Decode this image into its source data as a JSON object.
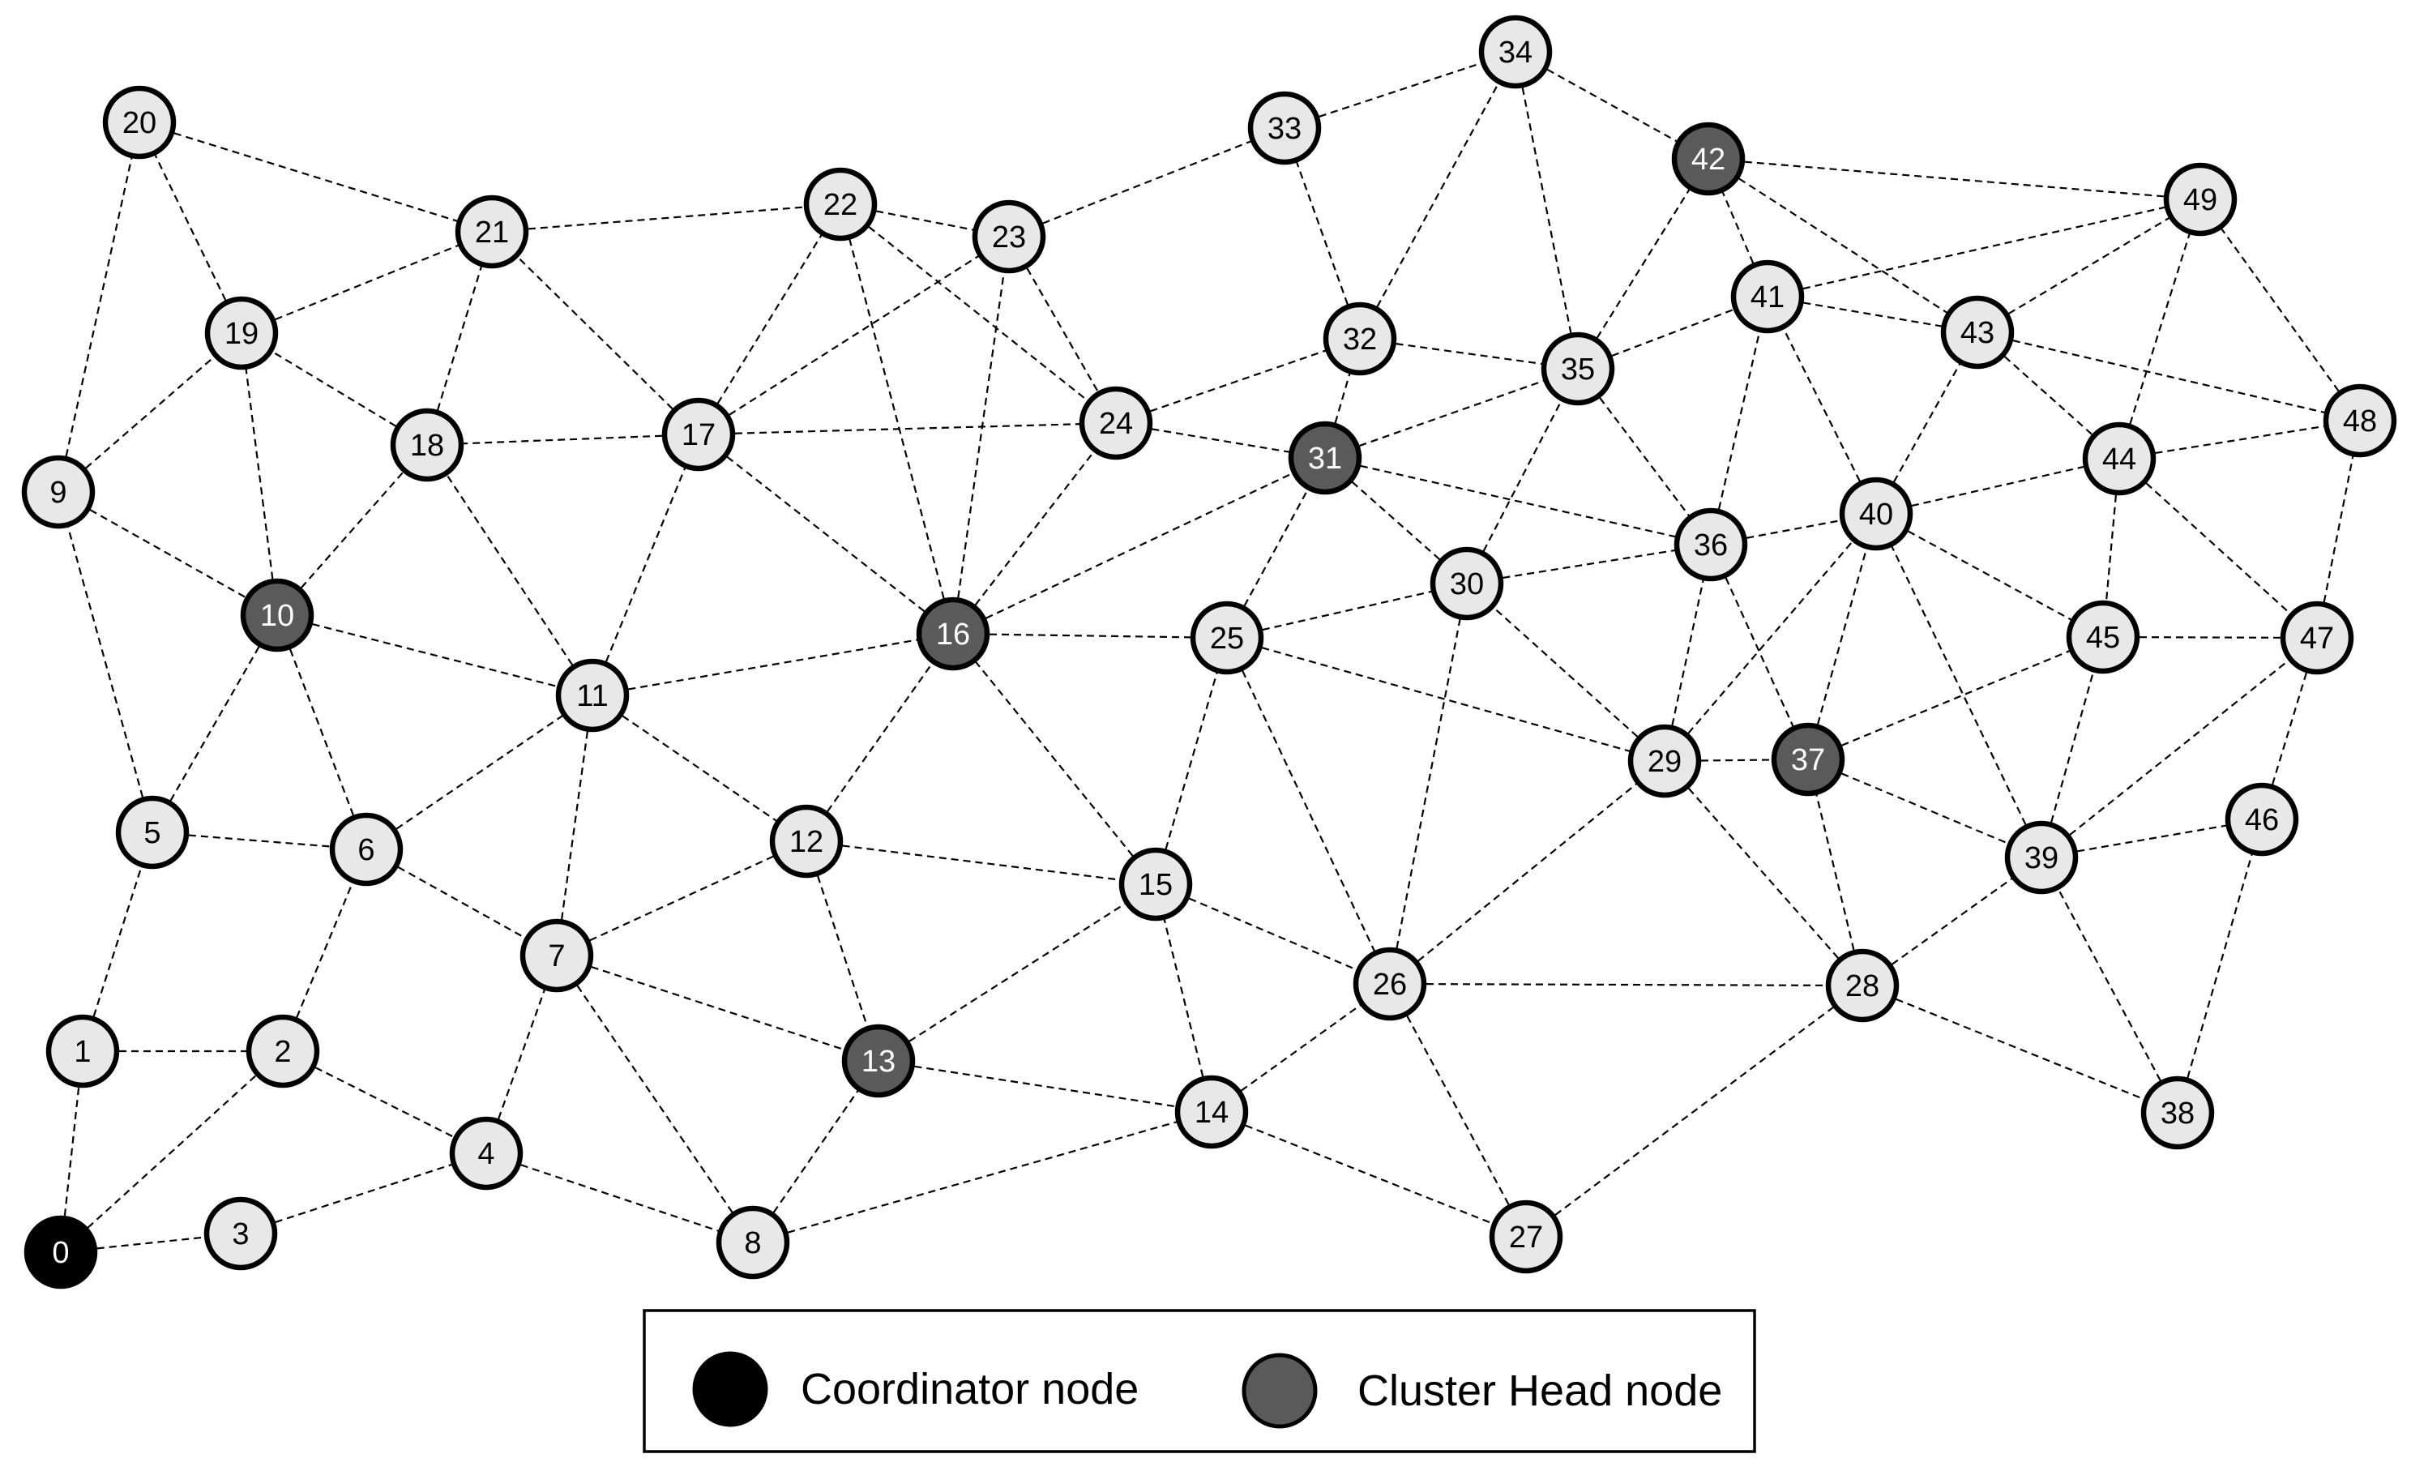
{
  "colors": {
    "regular_fill": "#e8e8e8",
    "cluster_head_fill": "#5a5a5a",
    "coordinator_fill": "#000000",
    "regular_text": "#000000",
    "highlight_text": "#ffffff",
    "edge": "#000000"
  },
  "nodes": [
    {
      "id": "0",
      "role": "coordinator"
    },
    {
      "id": "1",
      "role": "regular"
    },
    {
      "id": "2",
      "role": "regular"
    },
    {
      "id": "3",
      "role": "regular"
    },
    {
      "id": "4",
      "role": "regular"
    },
    {
      "id": "5",
      "role": "regular"
    },
    {
      "id": "6",
      "role": "regular"
    },
    {
      "id": "7",
      "role": "regular"
    },
    {
      "id": "8",
      "role": "regular"
    },
    {
      "id": "9",
      "role": "regular"
    },
    {
      "id": "10",
      "role": "cluster_head"
    },
    {
      "id": "11",
      "role": "regular"
    },
    {
      "id": "12",
      "role": "regular"
    },
    {
      "id": "13",
      "role": "cluster_head"
    },
    {
      "id": "14",
      "role": "regular"
    },
    {
      "id": "15",
      "role": "regular"
    },
    {
      "id": "16",
      "role": "cluster_head"
    },
    {
      "id": "17",
      "role": "regular"
    },
    {
      "id": "18",
      "role": "regular"
    },
    {
      "id": "19",
      "role": "regular"
    },
    {
      "id": "20",
      "role": "regular"
    },
    {
      "id": "21",
      "role": "regular"
    },
    {
      "id": "22",
      "role": "regular"
    },
    {
      "id": "23",
      "role": "regular"
    },
    {
      "id": "24",
      "role": "regular"
    },
    {
      "id": "25",
      "role": "regular"
    },
    {
      "id": "26",
      "role": "regular"
    },
    {
      "id": "27",
      "role": "regular"
    },
    {
      "id": "28",
      "role": "regular"
    },
    {
      "id": "29",
      "role": "regular"
    },
    {
      "id": "30",
      "role": "regular"
    },
    {
      "id": "31",
      "role": "cluster_head"
    },
    {
      "id": "32",
      "role": "regular"
    },
    {
      "id": "33",
      "role": "regular"
    },
    {
      "id": "34",
      "role": "regular"
    },
    {
      "id": "35",
      "role": "regular"
    },
    {
      "id": "36",
      "role": "regular"
    },
    {
      "id": "37",
      "role": "cluster_head"
    },
    {
      "id": "38",
      "role": "regular"
    },
    {
      "id": "39",
      "role": "regular"
    },
    {
      "id": "40",
      "role": "regular"
    },
    {
      "id": "41",
      "role": "regular"
    },
    {
      "id": "42",
      "role": "cluster_head"
    },
    {
      "id": "43",
      "role": "regular"
    },
    {
      "id": "44",
      "role": "regular"
    },
    {
      "id": "45",
      "role": "regular"
    },
    {
      "id": "46",
      "role": "regular"
    },
    {
      "id": "47",
      "role": "regular"
    },
    {
      "id": "48",
      "role": "regular"
    },
    {
      "id": "49",
      "role": "regular"
    }
  ],
  "edges": [
    [
      "0",
      "1"
    ],
    [
      "0",
      "2"
    ],
    [
      "0",
      "3"
    ],
    [
      "1",
      "2"
    ],
    [
      "1",
      "5"
    ],
    [
      "2",
      "4"
    ],
    [
      "2",
      "6"
    ],
    [
      "3",
      "4"
    ],
    [
      "4",
      "7"
    ],
    [
      "4",
      "8"
    ],
    [
      "5",
      "6"
    ],
    [
      "5",
      "9"
    ],
    [
      "5",
      "10"
    ],
    [
      "6",
      "10"
    ],
    [
      "6",
      "11"
    ],
    [
      "6",
      "7"
    ],
    [
      "7",
      "11"
    ],
    [
      "7",
      "12"
    ],
    [
      "7",
      "13"
    ],
    [
      "7",
      "8"
    ],
    [
      "8",
      "13"
    ],
    [
      "8",
      "14"
    ],
    [
      "9",
      "20"
    ],
    [
      "9",
      "19"
    ],
    [
      "9",
      "10"
    ],
    [
      "10",
      "19"
    ],
    [
      "10",
      "18"
    ],
    [
      "10",
      "11"
    ],
    [
      "11",
      "18"
    ],
    [
      "11",
      "17"
    ],
    [
      "11",
      "16"
    ],
    [
      "11",
      "12"
    ],
    [
      "12",
      "16"
    ],
    [
      "12",
      "15"
    ],
    [
      "12",
      "13"
    ],
    [
      "13",
      "15"
    ],
    [
      "13",
      "14"
    ],
    [
      "14",
      "15"
    ],
    [
      "14",
      "26"
    ],
    [
      "14",
      "27"
    ],
    [
      "15",
      "16"
    ],
    [
      "15",
      "25"
    ],
    [
      "15",
      "26"
    ],
    [
      "16",
      "17"
    ],
    [
      "16",
      "22"
    ],
    [
      "16",
      "23"
    ],
    [
      "16",
      "24"
    ],
    [
      "16",
      "25"
    ],
    [
      "16",
      "31"
    ],
    [
      "17",
      "18"
    ],
    [
      "17",
      "21"
    ],
    [
      "17",
      "22"
    ],
    [
      "17",
      "23"
    ],
    [
      "17",
      "24"
    ],
    [
      "18",
      "19"
    ],
    [
      "18",
      "21"
    ],
    [
      "19",
      "20"
    ],
    [
      "19",
      "21"
    ],
    [
      "20",
      "21"
    ],
    [
      "21",
      "22"
    ],
    [
      "22",
      "23"
    ],
    [
      "22",
      "24"
    ],
    [
      "23",
      "24"
    ],
    [
      "23",
      "33"
    ],
    [
      "24",
      "31"
    ],
    [
      "24",
      "32"
    ],
    [
      "25",
      "26"
    ],
    [
      "25",
      "30"
    ],
    [
      "25",
      "31"
    ],
    [
      "25",
      "29"
    ],
    [
      "26",
      "27"
    ],
    [
      "26",
      "28"
    ],
    [
      "26",
      "29"
    ],
    [
      "26",
      "30"
    ],
    [
      "27",
      "28"
    ],
    [
      "28",
      "29"
    ],
    [
      "28",
      "37"
    ],
    [
      "28",
      "38"
    ],
    [
      "28",
      "39"
    ],
    [
      "29",
      "30"
    ],
    [
      "29",
      "36"
    ],
    [
      "29",
      "37"
    ],
    [
      "29",
      "40"
    ],
    [
      "30",
      "31"
    ],
    [
      "30",
      "35"
    ],
    [
      "30",
      "36"
    ],
    [
      "31",
      "32"
    ],
    [
      "31",
      "35"
    ],
    [
      "31",
      "36"
    ],
    [
      "32",
      "33"
    ],
    [
      "32",
      "34"
    ],
    [
      "32",
      "35"
    ],
    [
      "33",
      "34"
    ],
    [
      "34",
      "35"
    ],
    [
      "34",
      "42"
    ],
    [
      "35",
      "36"
    ],
    [
      "35",
      "41"
    ],
    [
      "35",
      "42"
    ],
    [
      "36",
      "40"
    ],
    [
      "36",
      "41"
    ],
    [
      "36",
      "37"
    ],
    [
      "37",
      "40"
    ],
    [
      "37",
      "45"
    ],
    [
      "37",
      "39"
    ],
    [
      "38",
      "39"
    ],
    [
      "38",
      "46"
    ],
    [
      "39",
      "40"
    ],
    [
      "39",
      "45"
    ],
    [
      "39",
      "46"
    ],
    [
      "39",
      "47"
    ],
    [
      "40",
      "41"
    ],
    [
      "40",
      "43"
    ],
    [
      "40",
      "44"
    ],
    [
      "40",
      "45"
    ],
    [
      "41",
      "42"
    ],
    [
      "41",
      "43"
    ],
    [
      "41",
      "49"
    ],
    [
      "42",
      "43"
    ],
    [
      "42",
      "49"
    ],
    [
      "43",
      "44"
    ],
    [
      "43",
      "48"
    ],
    [
      "43",
      "49"
    ],
    [
      "44",
      "45"
    ],
    [
      "44",
      "47"
    ],
    [
      "44",
      "48"
    ],
    [
      "44",
      "49"
    ],
    [
      "45",
      "47"
    ],
    [
      "46",
      "47"
    ],
    [
      "47",
      "48"
    ],
    [
      "48",
      "49"
    ]
  ],
  "legend": {
    "coordinator_label": "Coordinator node",
    "cluster_head_label": "Cluster Head node"
  }
}
